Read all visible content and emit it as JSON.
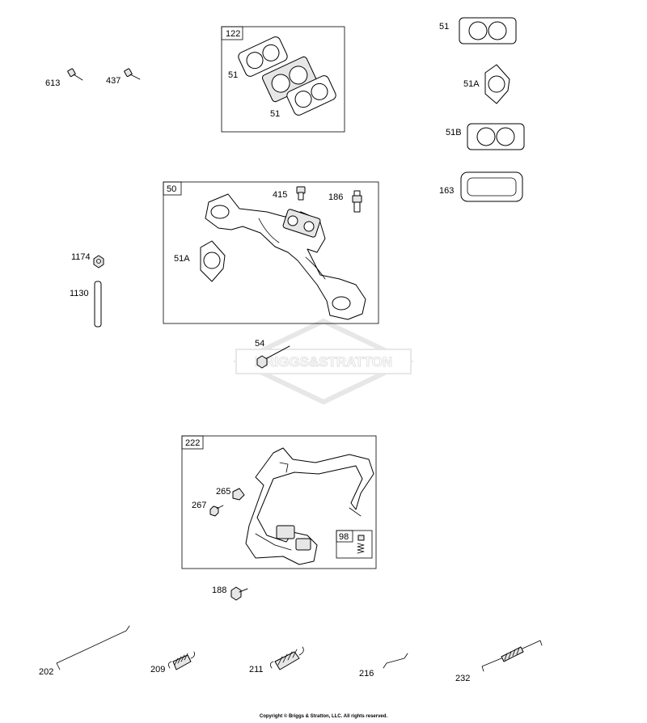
{
  "callouts": {
    "c613": "613",
    "c437": "437",
    "c122": "122",
    "c51a": "51",
    "c51b": "51",
    "c51top": "51",
    "c51A_r": "51A",
    "c51B_r": "51B",
    "c163": "163",
    "c50": "50",
    "c415": "415",
    "c186": "186",
    "c51A_m": "51A",
    "c1174": "1174",
    "c1130": "1130",
    "c54": "54",
    "c222": "222",
    "c265": "265",
    "c267": "267",
    "c98": "98",
    "c188": "188",
    "c202": "202",
    "c209": "209",
    "c211": "211",
    "c216": "216",
    "c232": "232"
  },
  "watermark": {
    "text": "BRIGGS&STRATTON"
  },
  "footer": {
    "copyright": "Copyright © Briggs & Stratton, LLC. All rights reserved."
  }
}
